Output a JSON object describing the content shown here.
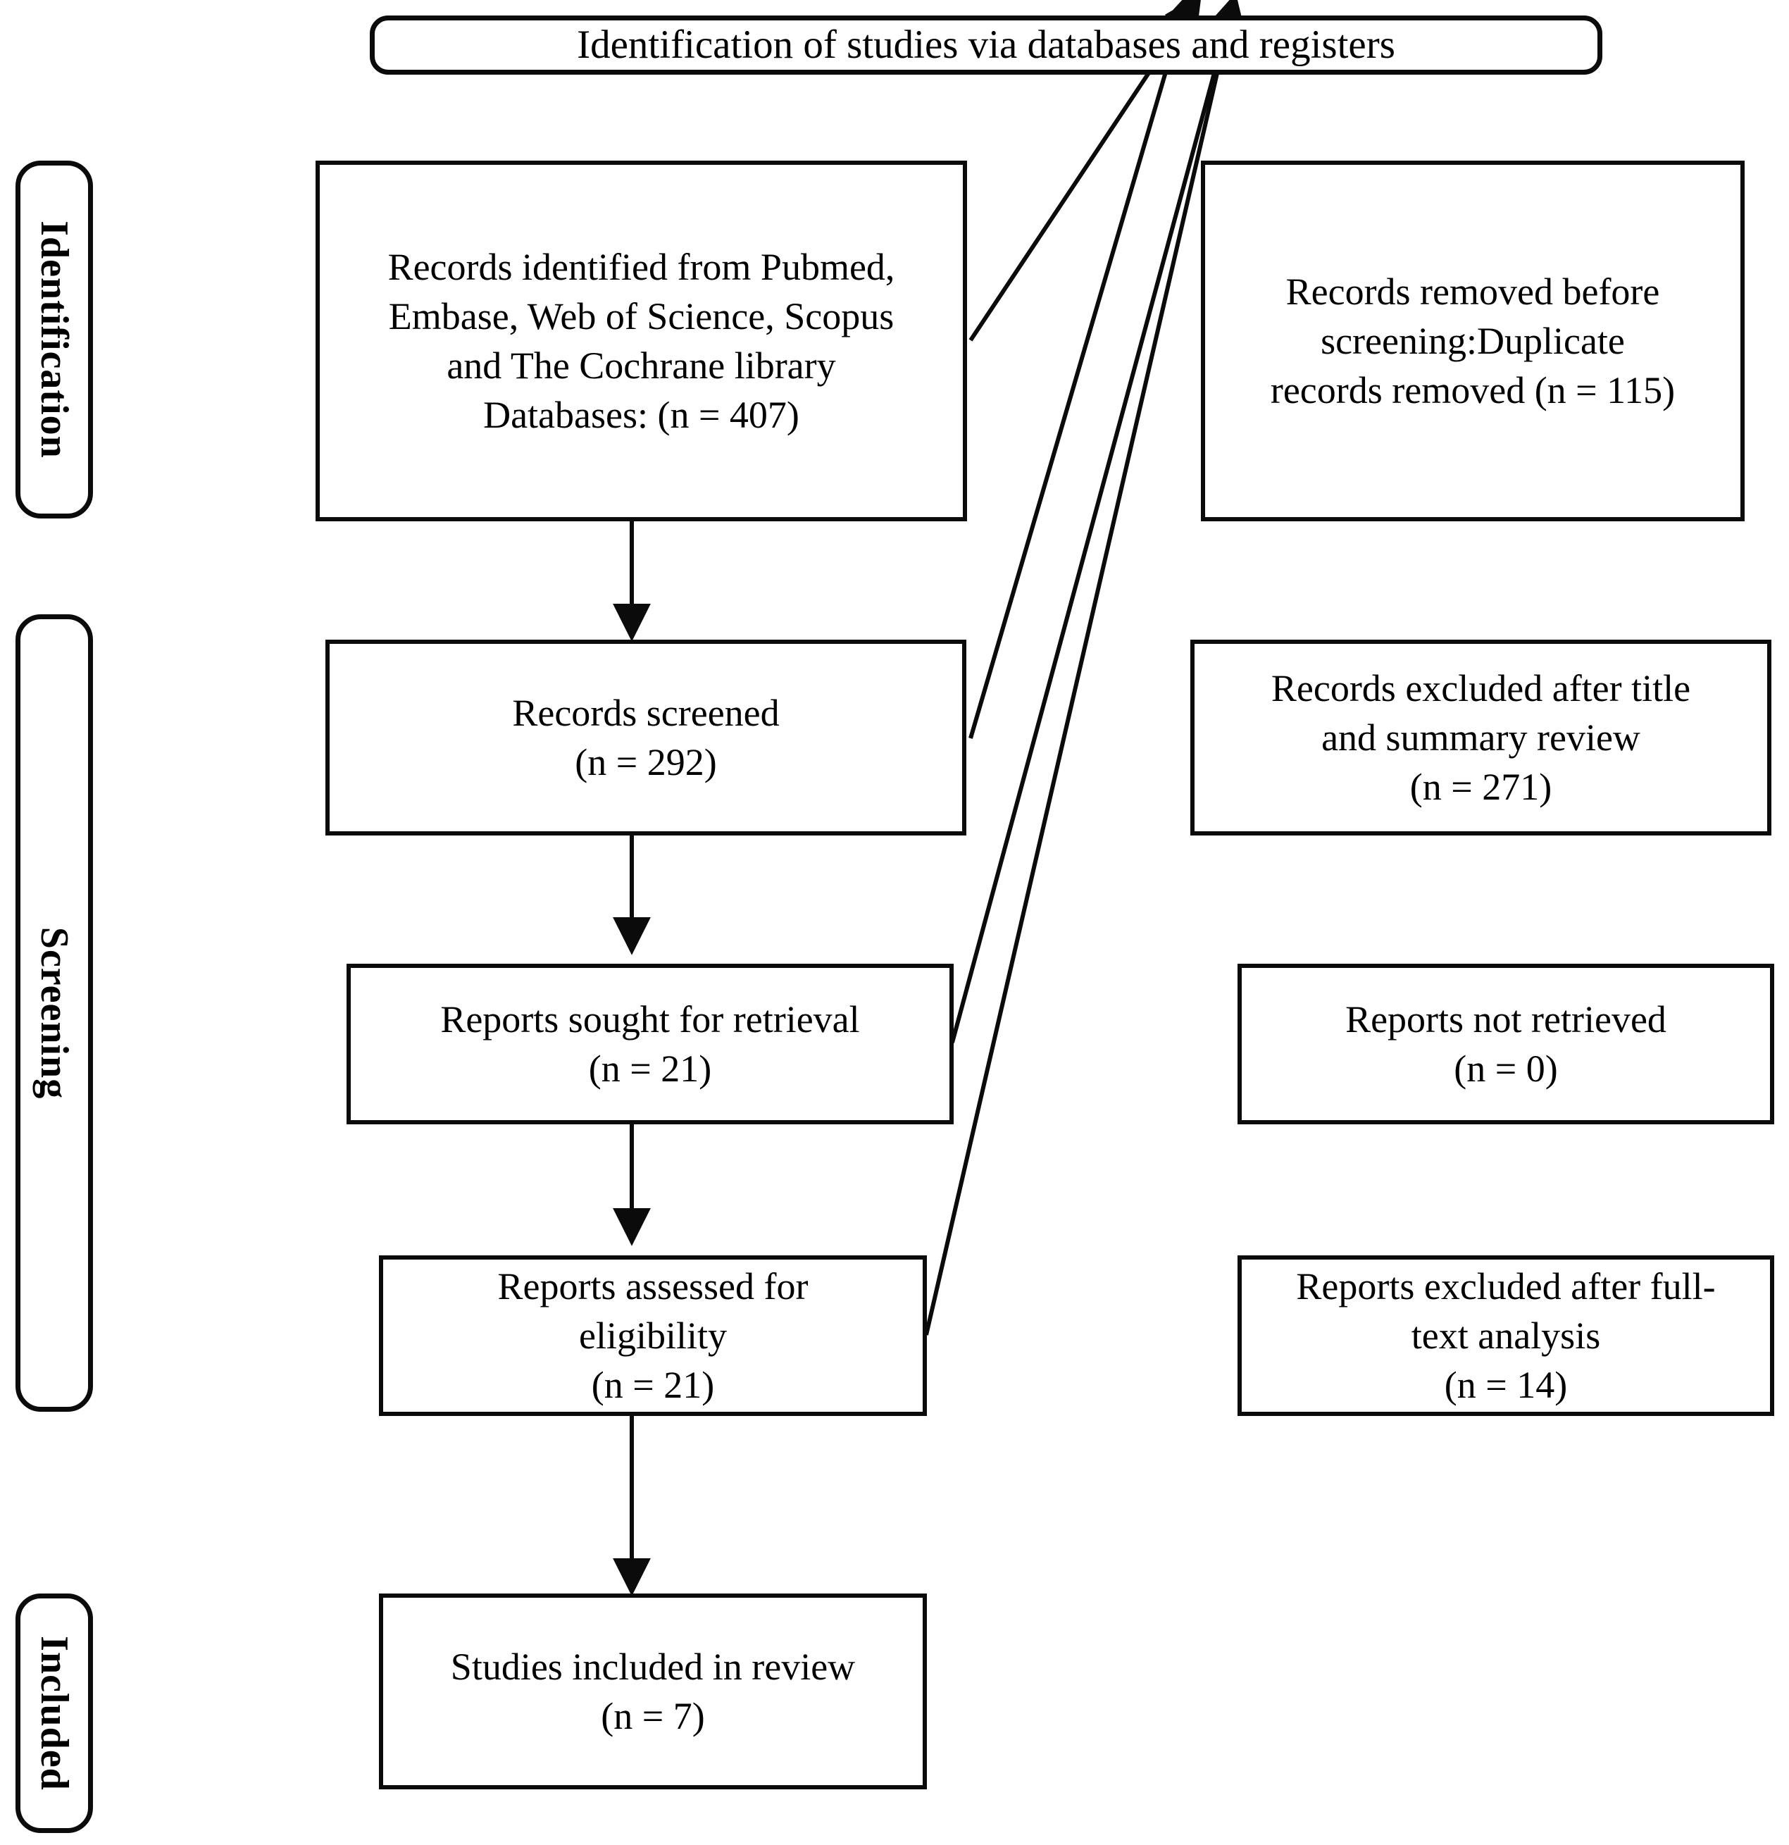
{
  "diagram": {
    "type": "prisma-flow-diagram",
    "title": "Identification of studies via databases and registers",
    "phases": [
      {
        "id": "identification",
        "label": "Identification"
      },
      {
        "id": "screening",
        "label": "Screening"
      },
      {
        "id": "included",
        "label": "Included"
      }
    ],
    "flow_boxes": [
      {
        "id": "records-identified",
        "column": "left",
        "text": "Records identified from Pubmed,\nEmbase, Web of Science, Scopus\nand The Cochrane library\nDatabases: (n = 407)",
        "count": 407
      },
      {
        "id": "records-screened",
        "column": "left",
        "text": "Records screened\n(n = 292)",
        "count": 292
      },
      {
        "id": "reports-sought",
        "column": "left",
        "text": "Reports sought for retrieval\n(n = 21)",
        "count": 21
      },
      {
        "id": "reports-assessed",
        "column": "left",
        "text": "Reports assessed for\neligibility\n(n = 21)",
        "count": 21
      },
      {
        "id": "studies-included",
        "column": "left",
        "text": "Studies included in review\n(n = 7)",
        "count": 7
      }
    ],
    "exclusion_boxes": [
      {
        "id": "records-removed",
        "column": "right",
        "text": "Records removed before\nscreening:Duplicate\nrecords removed (n = 115)",
        "count": 115
      },
      {
        "id": "records-excluded",
        "column": "right",
        "text": "Records excluded after title\nand summary review\n(n = 271)",
        "count": 271
      },
      {
        "id": "reports-not-retrieved",
        "column": "right",
        "text": "Reports not retrieved\n(n = 0)",
        "count": 0
      },
      {
        "id": "reports-excluded",
        "column": "right",
        "text": "Reports excluded after full-\ntext analysis\n(n = 14)",
        "count": 14
      }
    ],
    "colors": {
      "stroke": "#0b0b0b",
      "fill": "#ffffff",
      "text": "#000000"
    }
  }
}
